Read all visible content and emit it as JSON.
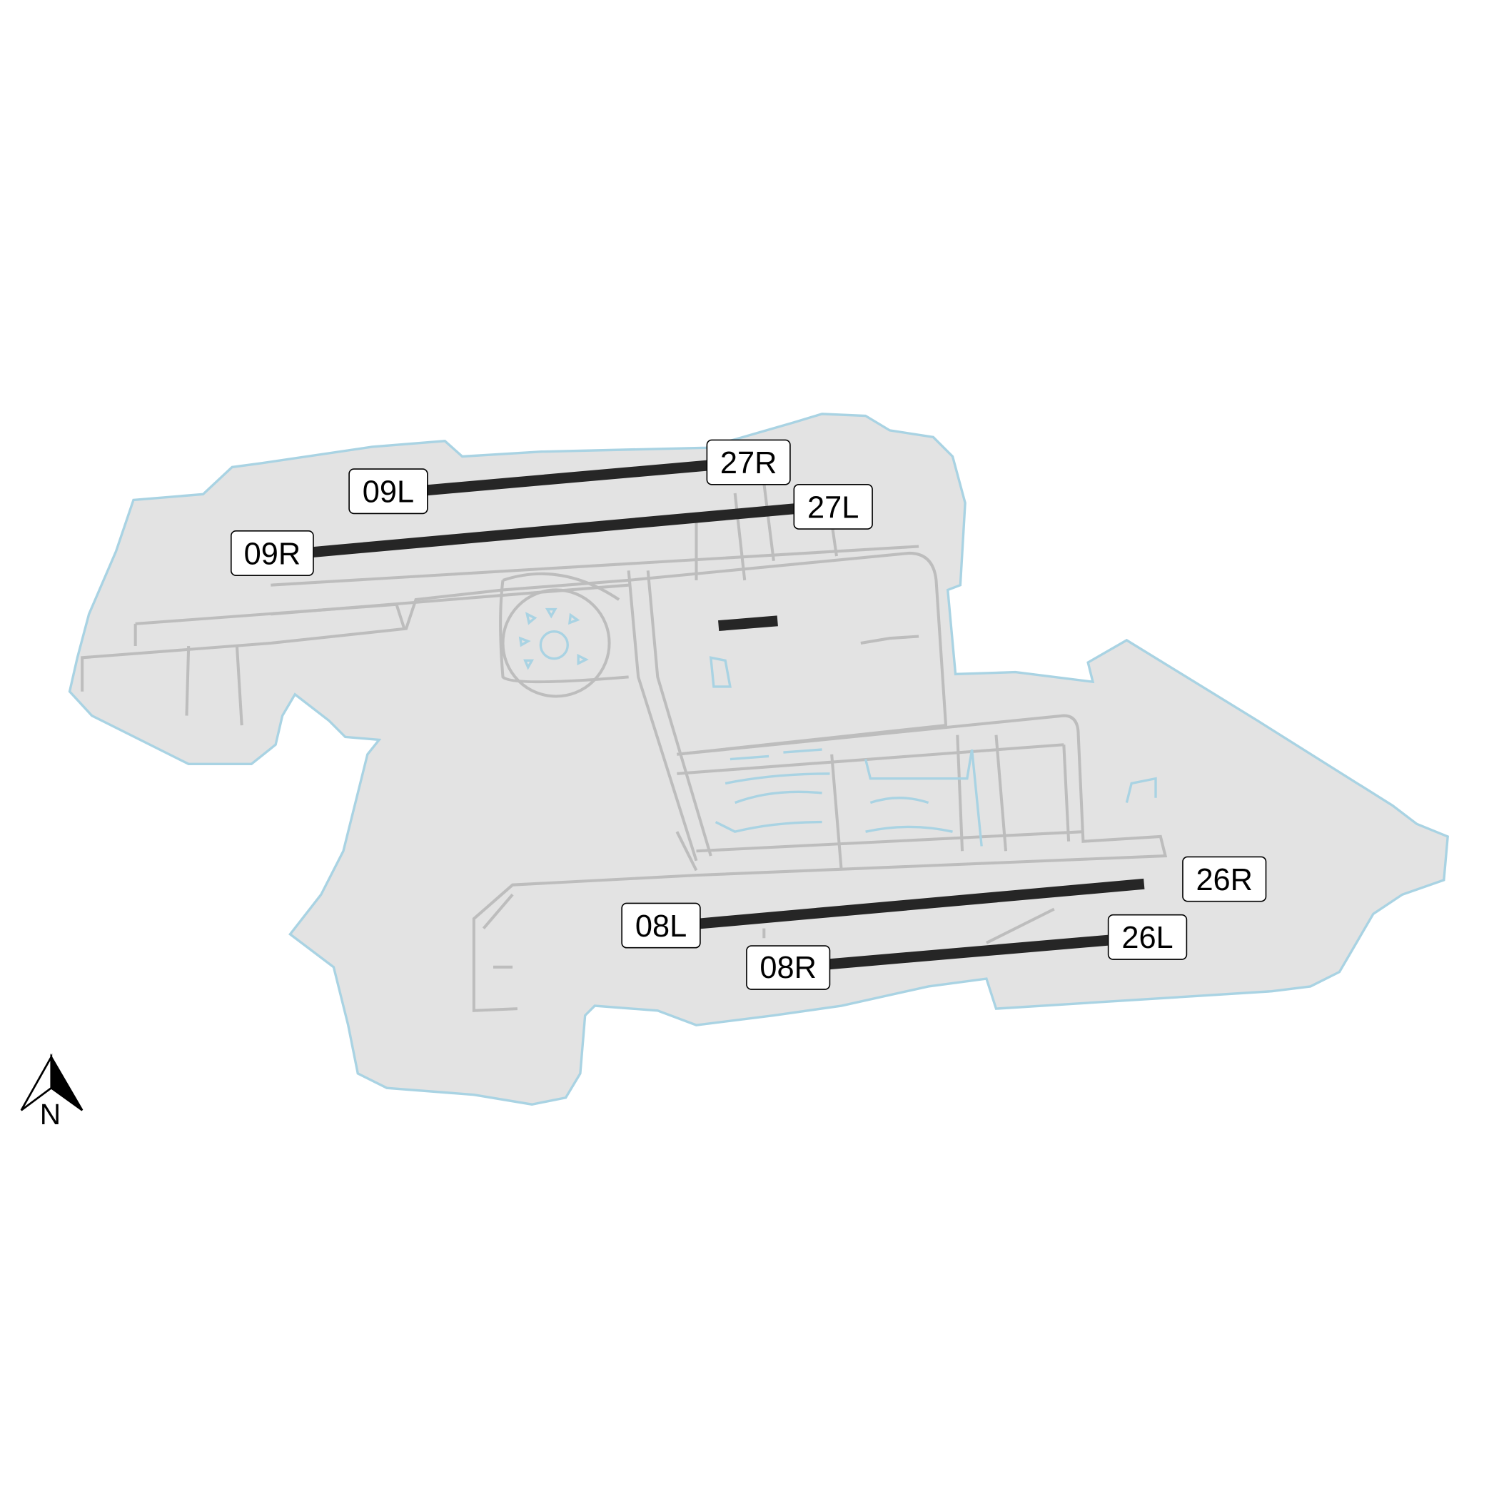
{
  "map": {
    "colors": {
      "airport_fill": "#e3e3e3",
      "boundary": "#a9d3e3",
      "taxiway": "#bdbdbd",
      "runway": "#262626",
      "building": "#a9d3e3"
    },
    "runways": [
      {
        "id": "09L-27R",
        "ends": [
          "09L",
          "27R"
        ]
      },
      {
        "id": "09R-27L",
        "ends": [
          "09R",
          "27L"
        ]
      },
      {
        "id": "08L-26R",
        "ends": [
          "08L",
          "26R"
        ]
      },
      {
        "id": "08R-26L",
        "ends": [
          "08R",
          "26L"
        ]
      }
    ],
    "labels": {
      "l09L": "09L",
      "l27R": "27R",
      "l09R": "09R",
      "l27L": "27L",
      "l08L": "08L",
      "l26R": "26R",
      "l08R": "08R",
      "l26L": "26L"
    },
    "north_arrow": {
      "letter": "N"
    }
  }
}
